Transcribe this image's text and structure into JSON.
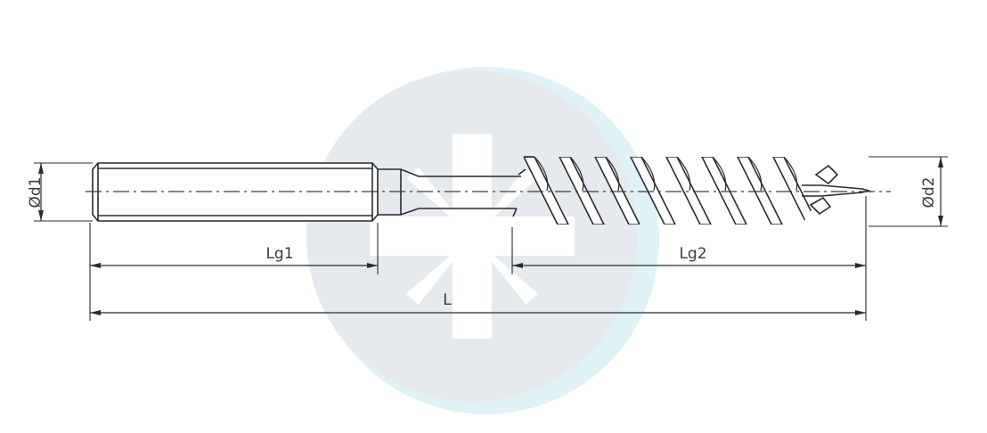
{
  "labels": {
    "d1": "Ød1",
    "d2": "Ød2",
    "lg1": "Lg1",
    "lg2": "Lg2",
    "l": "L"
  },
  "colors": {
    "line": "#2a2a2a",
    "watermark_disc": "#e4e9ee",
    "watermark_ring": "#d3eef4",
    "watermark_star": "#ffffff"
  },
  "icons": {
    "watermark": "pozidriv-star-logo"
  }
}
